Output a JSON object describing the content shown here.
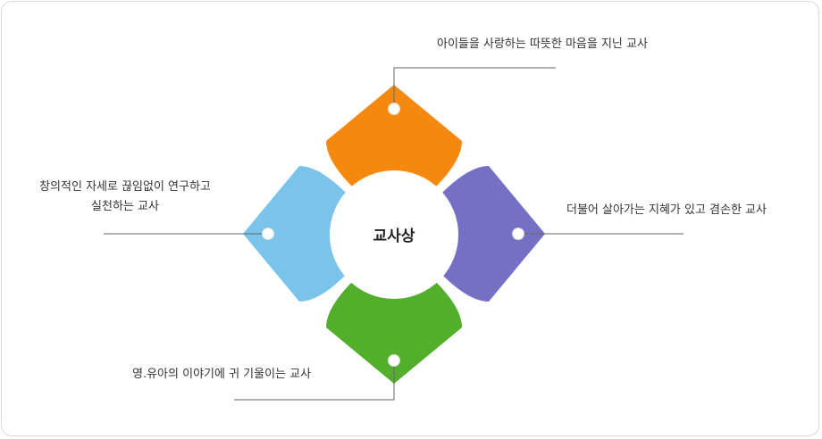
{
  "center": {
    "title": "교사상"
  },
  "petals": [
    {
      "id": "top",
      "color": "#f5890f",
      "label": "아이들을 사랑하는 따뜻한 마음을 지닌 교사"
    },
    {
      "id": "right",
      "color": "#7570c4",
      "label": "더불어 살아가는 지혜가 있고 겸손한 교사"
    },
    {
      "id": "bottom",
      "color": "#52ae2b",
      "label": "영.유아의 이야기에 귀 기울이는 교사"
    },
    {
      "id": "left",
      "color": "#7ac3ea",
      "label_line1": "창의적인 자세로 끊임없이 연구하고",
      "label_line2": "실천하는 교사"
    }
  ]
}
